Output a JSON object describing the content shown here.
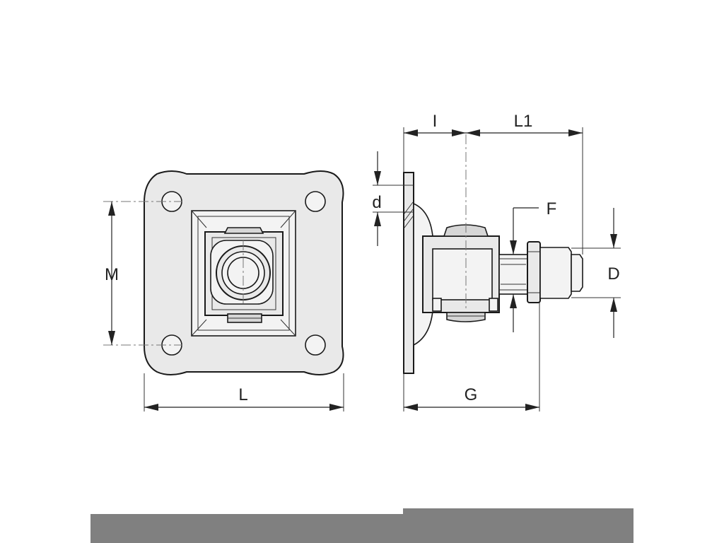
{
  "diagram": {
    "labels": {
      "L": "L",
      "M": "M",
      "d": "d",
      "I": "I",
      "L1": "L1",
      "F": "F",
      "D": "D",
      "G": "G"
    },
    "colors": {
      "line": "#1a1a1a",
      "fill": "#e9e9e9",
      "footer": "#808080"
    }
  }
}
